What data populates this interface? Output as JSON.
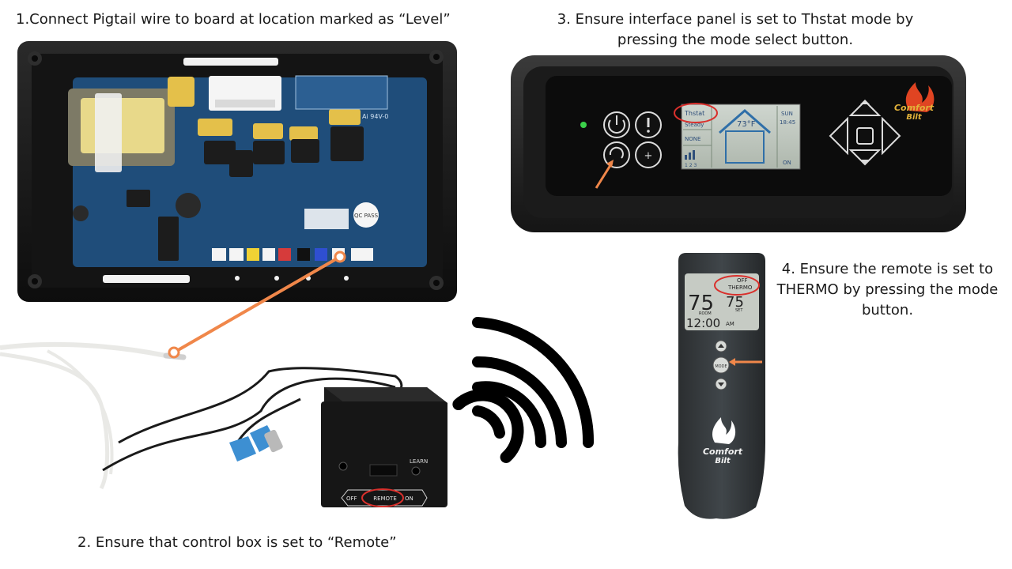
{
  "steps": {
    "step1": "1.Connect Pigtail wire to board at location marked as “Level”",
    "step2": "2. Ensure that control box is set to “Remote”",
    "step3": "3. Ensure interface panel is set to Thstat mode by pressing the mode select button.",
    "step4": "4. Ensure the remote is set to THERMO by pressing the mode button."
  },
  "control_box": {
    "off_label": "OFF",
    "remote_label": "REMOTE",
    "on_label": "ON",
    "learn_label": "LEARN"
  },
  "interface_panel": {
    "mode_text": "Thstat",
    "mode_sub": "Steady",
    "fan_text": "NONE",
    "temperature": "73°F",
    "day": "SUN",
    "time": "18:45",
    "power_state": "ON",
    "level_digits": "1 2 3",
    "brand_line1": "Comfort",
    "brand_line2": "Bilt"
  },
  "remote": {
    "off_text": "OFF",
    "thermo_text": "THERMO",
    "room_temp": "75",
    "set_temp": "75",
    "room_label": "ROOM",
    "set_label": "SET",
    "time": "12:00",
    "ampm": "AM",
    "mode_button": "MODE",
    "brand_line1": "Comfort",
    "brand_line2": "Bilt"
  },
  "board": {
    "chip_text": "Ai 94V-0",
    "qc_text": "QC PASS"
  },
  "colors": {
    "accent_arrow": "#f0874a",
    "highlight_circle": "#d9302c",
    "board_blue": "#1f4d7a",
    "enclosure": "#1b1b1b"
  },
  "icons": [
    "power-icon",
    "alert-icon",
    "mode-icon",
    "plus-minus-icon",
    "wifi-icon",
    "arrow-up-icon",
    "arrow-down-icon",
    "flame-icon"
  ]
}
